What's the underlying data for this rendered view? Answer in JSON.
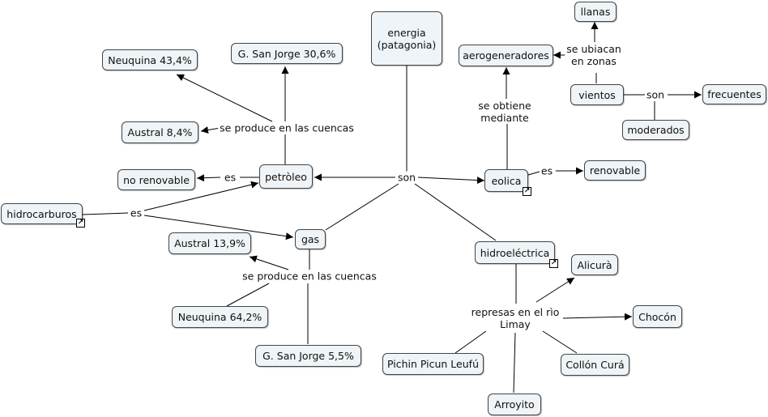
{
  "nodes": {
    "energia": "energia\n(patagonia)",
    "llanas": "llanas",
    "aerogeneradores": "aerogeneradores",
    "vientos": "vientos",
    "frecuentes": "frecuentes",
    "moderados": "moderados",
    "neuquina_petroleo": "Neuquina 43,4%",
    "gsanjorge_petroleo": "G. San Jorge 30,6%",
    "austral_petroleo": "Austral 8,4%",
    "no_renovable": "no renovable",
    "petroleo": "petròleo",
    "eolica": "eolica",
    "renovable": "renovable",
    "hidrocarburos": "hidrocarburos",
    "gas": "gas",
    "austral_gas": "Austral 13,9%",
    "hidroelectrica": "hidroeléctrica",
    "alicura": "Alicurà",
    "chocon": "Chocón",
    "neuquina_gas": "Neuquina 64,2%",
    "gsanjorge_gas": "G. San Jorge 5,5%",
    "pichin": "Pichin Picun Leufú",
    "collon": "Collón Curá",
    "arroyito": "Arroyito"
  },
  "linking": {
    "son_main": "son",
    "se_ubiacan": "se ubiacan\nen zonas",
    "son_vientos": "son",
    "se_obtiene": "se obtiene\nmediante",
    "se_produce_petroleo": "se produce en las cuencas",
    "es_petroleo": "es",
    "es_eolica": "es",
    "es_hidrocarburos": "es",
    "se_produce_gas": "se produce en las cuencas",
    "represas": "represas en el rìo\nLimay"
  },
  "badge_glyph": "↗",
  "colors": {
    "node_fill": "#eef4f7",
    "node_border": "#444444",
    "line": "#000000"
  }
}
